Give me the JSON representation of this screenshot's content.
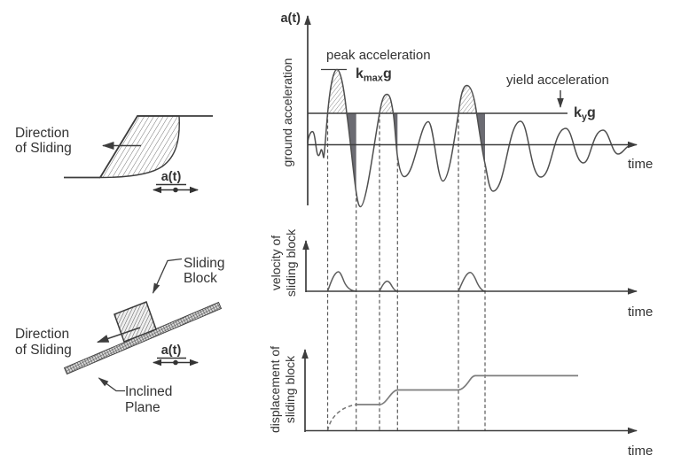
{
  "figure": {
    "sketch_slope": {
      "direction_line1": "Direction",
      "direction_line2": "of Sliding",
      "accel_symbol": "a(t)"
    },
    "sketch_block": {
      "block_line1": "Sliding",
      "block_line2": "Block",
      "direction_line1": "Direction",
      "direction_line2": "of Sliding",
      "plane_line1": "Inclined",
      "plane_line2": "Plane",
      "accel_symbol": "a(t)"
    },
    "accel_plot": {
      "axis_label": "a(t)",
      "ylabel": "ground acceleration",
      "peak_annotation": "peak acceleration",
      "kmax_base": "k",
      "kmax_sub": "max",
      "kmax_unit": "g",
      "yield_annotation": "yield acceleration",
      "ky_base": "k",
      "ky_sub": "y",
      "ky_unit": "g",
      "xlabel": "time"
    },
    "velocity_plot": {
      "ylabel_line1": "velocity of",
      "ylabel_line2": "sliding block",
      "xlabel": "time"
    },
    "displacement_plot": {
      "ylabel_line1": "displacement of",
      "ylabel_line2": "sliding block",
      "xlabel": "time"
    },
    "colors": {
      "ink": "#3d3d3d",
      "shade_fill": "#6b6b72",
      "curve": "#4f4f4f"
    }
  }
}
